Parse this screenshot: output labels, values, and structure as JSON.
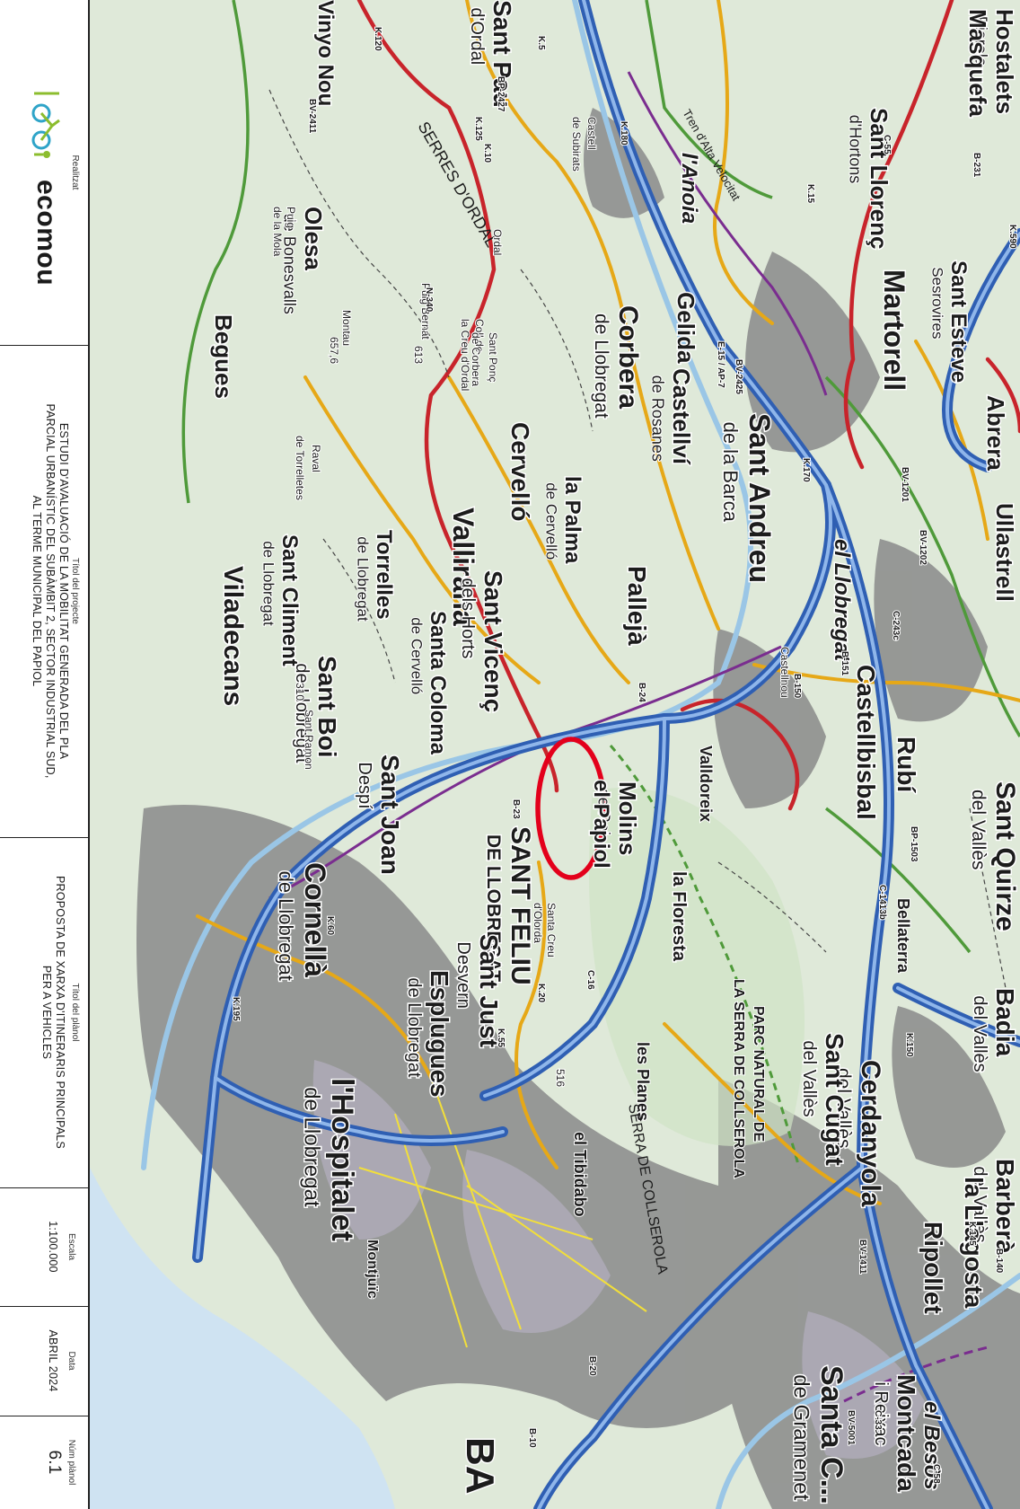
{
  "title_block": {
    "realitzat_label": "Realitzat",
    "logo_text": "ecomou",
    "titol_projecte_label": "Títol del projecte",
    "titol_projecte_lines": [
      "ESTUDI D'AVALUACIÓ DE LA MOBILITAT GENERADA DEL PLA",
      "PARCIAL URBANÍSTIC DEL SUBÀMBIT 2, SECTOR INDUSTRIAL SUD,",
      "AL TERME MUNICIPAL DEL PAPIOL"
    ],
    "titol_planol_label": "Títol del plànol",
    "titol_planol_lines": [
      "PROPOSTA DE XARXA D'ITINERARIS PRINCIPALS",
      "PER A VEHICLES"
    ],
    "escala_label": "Escala",
    "escala_value": "1:100.000",
    "data_label": "Data",
    "data_value": "ABRIL 2024",
    "num_planol_label": "Núm plànol",
    "num_planol_value": "6.1"
  },
  "colors": {
    "terrain": "#dfe9d9",
    "urban": "#8a8a8a",
    "highway": "#2f5fb3",
    "highway_inner": "#8fb6ea",
    "primary_road": "#c8242b",
    "secondary_road": "#e6a817",
    "green_route": "#4f9a3a",
    "rail_hsr": "#7a2d8f",
    "water": "#cfe3f2",
    "highlight": "#e3001b",
    "river_label": "#2c4fa0",
    "park_label": "#2e7d32"
  },
  "map": {
    "highlight_label": "el Papiol",
    "places": [
      {
        "name": "Hostalets",
        "sub": "Pierola"
      },
      {
        "name": "Masquefa"
      },
      {
        "name": "Sant Llorenç",
        "sub": "d'Hortons"
      },
      {
        "name": "Martorell"
      },
      {
        "name": "Sant Esteve",
        "sub": "Sesrovires"
      },
      {
        "name": "Abrera"
      },
      {
        "name": "Ullastrell"
      },
      {
        "name": "Castellbisbal"
      },
      {
        "name": "Rubí"
      },
      {
        "name": "Sant Quirze",
        "sub": "del Vallès"
      },
      {
        "name": "Badia",
        "sub": "del Vallès"
      },
      {
        "name": "Barberà",
        "sub": "del Vallès"
      },
      {
        "name": "la Llagosta"
      },
      {
        "name": "Ripollet"
      },
      {
        "name": "Cerdanyola",
        "sub": "del Vallès"
      },
      {
        "name": "Sant Cugat",
        "sub": "del Vallès"
      },
      {
        "name": "Montcada",
        "sub": "i Reixac"
      },
      {
        "name": "Santa C...",
        "sub": "de Gramenet"
      },
      {
        "name": "Sant Pau",
        "sub": "d'Ordal"
      },
      {
        "name": "Vinyo Nou"
      },
      {
        "name": "Olesa",
        "sub": "de Bonesvalls"
      },
      {
        "name": "Begues"
      },
      {
        "name": "Gelida"
      },
      {
        "name": "Corbera",
        "sub": "de Llobregat"
      },
      {
        "name": "Castellví",
        "sub": "de Rosanes"
      },
      {
        "name": "Sant Andreu",
        "sub": "de la Barca"
      },
      {
        "name": "Cervelló"
      },
      {
        "name": "la Palma",
        "sub": "de Cervelló"
      },
      {
        "name": "Pallejà"
      },
      {
        "name": "Vallirana"
      },
      {
        "name": "Torrelles",
        "sub": "de Llobregat"
      },
      {
        "name": "Sant Vicenç",
        "sub": "dels Horts"
      },
      {
        "name": "Santa Coloma",
        "sub": "de Cervelló"
      },
      {
        "name": "Molins",
        "sub": "de Rei"
      },
      {
        "name": "Sant Climent",
        "sub": "de Llobregat"
      },
      {
        "name": "Sant Boi",
        "sub": "de Llobregat"
      },
      {
        "name": "Viladecans"
      },
      {
        "name": "Sant Joan",
        "sub": "Despí"
      },
      {
        "name": "SANT FELIU",
        "sub": "DE LLOBREGAT"
      },
      {
        "name": "Sant Just",
        "sub": "Desvern"
      },
      {
        "name": "Esplugues",
        "sub": "de Llobregat"
      },
      {
        "name": "Cornellà",
        "sub": "de Llobregat"
      },
      {
        "name": "l'Hospitalet",
        "sub": "de Llobregat"
      },
      {
        "name": "la Floresta"
      },
      {
        "name": "Valldoreix"
      },
      {
        "name": "Bellaterra"
      },
      {
        "name": "les Planes"
      },
      {
        "name": "el Tibidabo"
      },
      {
        "name": "Montjuïc"
      },
      {
        "name": "BA"
      }
    ],
    "rivers": [
      "l'Anoia",
      "el Llobregat",
      "el Besòs"
    ],
    "park_label": [
      "PARC NATURAL DE",
      "LA SERRA DE COLLSEROLA"
    ],
    "ranges": [
      "SERRES D'ORDAL",
      "SERRA DE COLLSEROLA"
    ],
    "rail_label": "Tren d'Alta Velocitat",
    "minor_labels": [
      "Ordal",
      "Coll de",
      "la Creu d'Ordal",
      "Puig Bernat",
      "613",
      "Montau",
      "657,6",
      "Raval",
      "de Torrelletes",
      "Sant Ponç",
      "de Corbera",
      "Castell",
      "de Subirats",
      "Santa Creu",
      "d'Olorda",
      "516",
      "Sant Ramon",
      "310",
      "Castellnou",
      "Puig",
      "de la Mola"
    ],
    "road_labels": [
      "E-15 / AP-7",
      "N-340",
      "B-24",
      "B-23",
      "B-20",
      "B-10",
      "C-16",
      "BV-1201",
      "BV-1202",
      "C-243c",
      "B-150",
      "B-151",
      "BP-1503",
      "C-1413b",
      "C-58",
      "C-33",
      "BV-5001",
      "BV-1411",
      "BV-2425",
      "BV-2411",
      "BP-2427",
      "K.5",
      "K.10",
      "K.15",
      "K.20",
      "K.55",
      "K.60",
      "K.120",
      "K.125",
      "K.195",
      "K.180",
      "K.170",
      "K.150",
      "K.145",
      "K.590",
      "B-140",
      "B-231",
      "C-55"
    ]
  }
}
